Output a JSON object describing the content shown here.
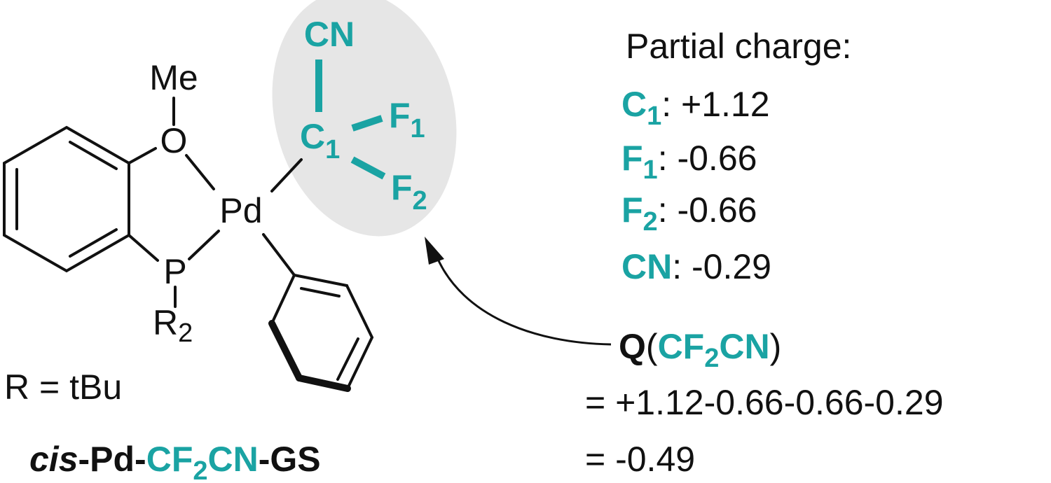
{
  "colors": {
    "accent": "#1aa3a3",
    "ink": "#111111",
    "highlight": "#e6e6e6"
  },
  "molecule": {
    "atoms": {
      "me": "Me",
      "o": "O",
      "pd": "Pd",
      "p": "P",
      "r": "R",
      "r_sub": "2",
      "cn": "CN",
      "c": "C",
      "c_sub": "1",
      "f": "F",
      "f1_sub": "1",
      "f2_sub": "2"
    },
    "r_definition": "R = tBu",
    "label": {
      "prefix": "cis",
      "pd": "-Pd-",
      "cf": "CF",
      "sub": "2",
      "cn": "CN",
      "suffix": "-GS"
    }
  },
  "partial_charge": {
    "heading": "Partial charge:",
    "rows": [
      {
        "atom": "C",
        "sub": "1",
        "value": ": +1.12"
      },
      {
        "atom": "F",
        "sub": "1",
        "value": ":  -0.66"
      },
      {
        "atom": "F",
        "sub": "2",
        "value": ":  -0.66"
      },
      {
        "atom": "CN",
        "sub": "",
        "value": ": -0.29"
      }
    ]
  },
  "total_charge": {
    "q": "Q",
    "open": "(",
    "group": "CF",
    "sub": "2",
    "group2": "CN",
    "close": ")",
    "line1": "= +1.12-0.66-0.66-0.29",
    "line2": "= -0.49"
  }
}
